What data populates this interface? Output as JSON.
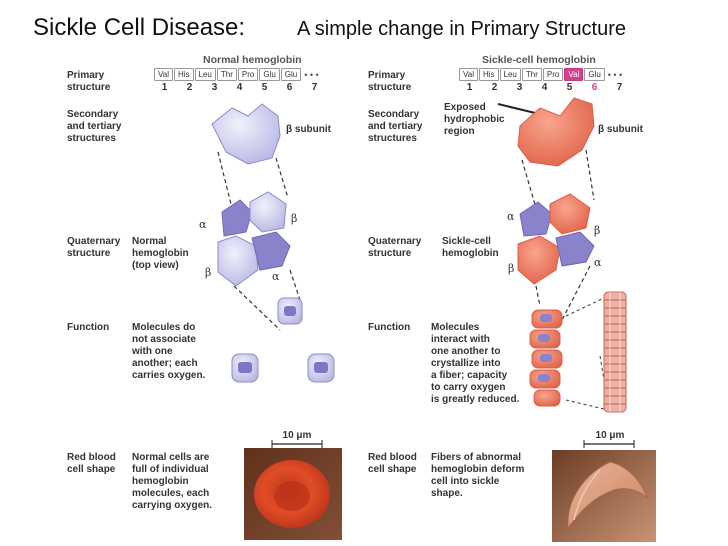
{
  "title": {
    "main": "Sickle Cell Disease:",
    "sub": "A simple change in Primary Structure"
  },
  "normal": {
    "heading": "Normal hemoglobin",
    "sequence": [
      "Val",
      "His",
      "Leu",
      "Thr",
      "Pro",
      "Glu",
      "Glu"
    ],
    "positions": [
      "1",
      "2",
      "3",
      "4",
      "5",
      "6",
      "7"
    ],
    "beta_subunit_label": "β subunit",
    "quaternary_desc": "Normal\nhemoglobin\n(top view)",
    "function_desc": "Molecules do\nnot associate\nwith one\nanother; each\ncarries oxygen.",
    "rbc_desc": "Normal cells are\nfull of individual\nhemoglobin\nmolecules, each\ncarrying oxygen.",
    "scale": "10 μm"
  },
  "sickle": {
    "heading": "Sickle-cell hemoglobin",
    "sequence": [
      "Val",
      "His",
      "Leu",
      "Thr",
      "Pro",
      "Val",
      "Glu"
    ],
    "highlight_index": 5,
    "positions": [
      "1",
      "2",
      "3",
      "4",
      "5",
      "6",
      "7"
    ],
    "exposed_label": "Exposed\nhydrophobic\nregion",
    "beta_subunit_label": "β subunit",
    "quaternary_desc": "Sickle-cell\nhemoglobin",
    "function_desc": "Molecules\ninteract with\none another to\ncrystallize into\na fiber; capacity\nto carry oxygen\nis greatly reduced.",
    "rbc_desc": "Fibers of abnormal\nhemoglobin deform\ncell into sickle\nshape.",
    "scale": "10 μm"
  },
  "row_labels": {
    "primary": "Primary\nstructure",
    "secondary": "Secondary\nand tertiary\nstructures",
    "quaternary": "Quaternary\nstructure",
    "function": "Function",
    "rbc": "Red blood\ncell shape"
  },
  "greek": {
    "alpha": "α",
    "beta": "β",
    "dots": "• • •"
  },
  "colors": {
    "normal_light": "#c9c9ec",
    "normal_dark": "#7d77c4",
    "sickle": "#f28b74",
    "sickle_dark": "#d9604a",
    "highlight": "#d63f8e",
    "rbc_normal": "#d9401e",
    "rbc_sickle": "#d9a07e"
  }
}
